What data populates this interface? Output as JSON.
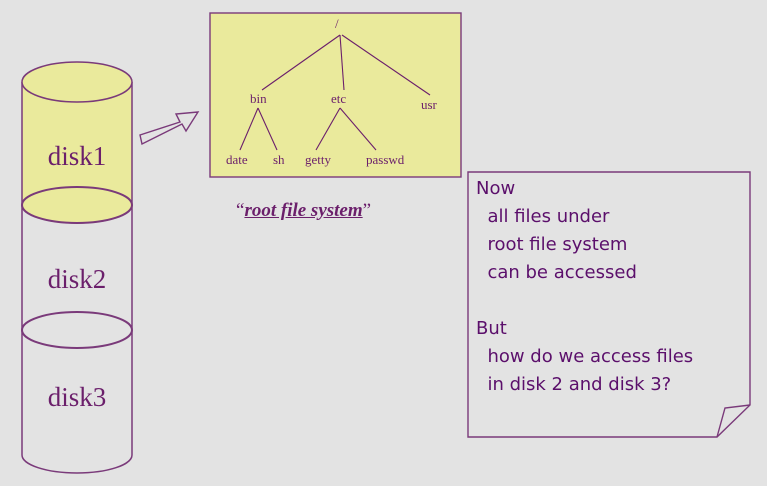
{
  "disks": [
    {
      "label": "disk1",
      "highlighted": true
    },
    {
      "label": "disk2",
      "highlighted": false
    },
    {
      "label": "disk3",
      "highlighted": false
    }
  ],
  "tree": {
    "root": "/",
    "nodes": {
      "bin": "bin",
      "etc": "etc",
      "usr": "usr",
      "date": "date",
      "sh": "sh",
      "getty": "getty",
      "passwd": "passwd"
    }
  },
  "caption": {
    "open_quote": "“",
    "text": "root file system",
    "close_quote": "”"
  },
  "note": {
    "lines": [
      "Now",
      "  all files under",
      "  root file system",
      "  can be accessed",
      "",
      "But",
      "  how do we access files",
      "  in disk 2 and disk 3?"
    ]
  },
  "colors": {
    "background": "#e3e3e3",
    "highlight": "#eaea9c",
    "stroke": "#7a3a7a",
    "text": "#6b1f6b"
  }
}
